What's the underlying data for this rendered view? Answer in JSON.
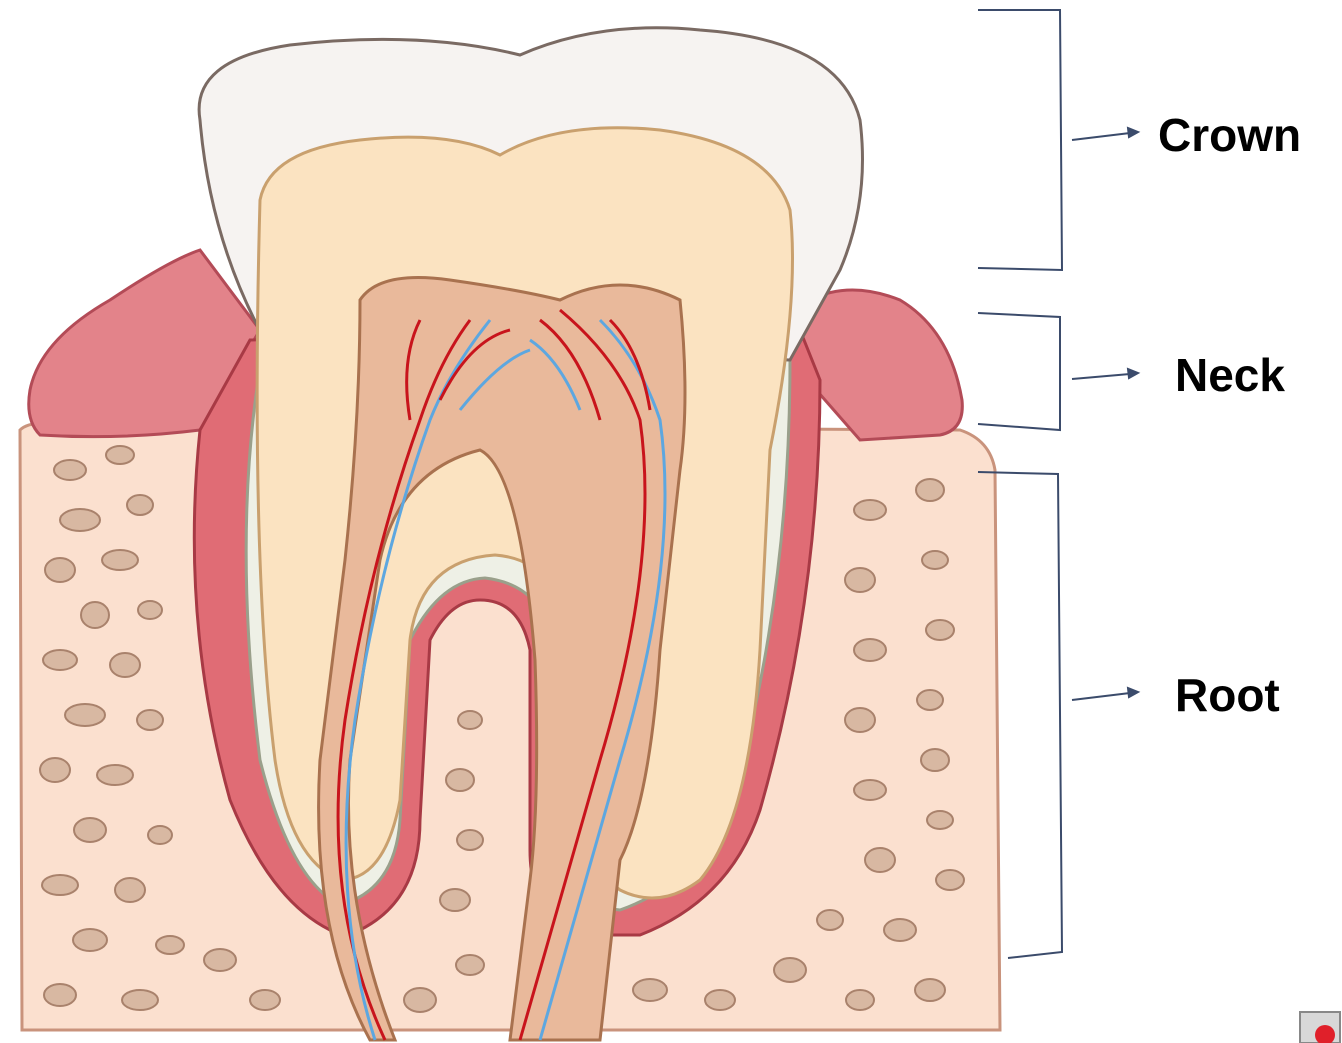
{
  "labels": {
    "crown": "Crown",
    "neck": "Neck",
    "root": "Root"
  },
  "colors": {
    "enamel": "#f6f3f1",
    "dentin": "#fbe3c1",
    "pulp": "#e9b99b",
    "gum": "#e3838a",
    "bone": "#fbe0cf",
    "bone_spots": "#d8b8a2",
    "artery": "#c8141c",
    "vein": "#5da7e0",
    "bracket": "#3b4b6b"
  }
}
